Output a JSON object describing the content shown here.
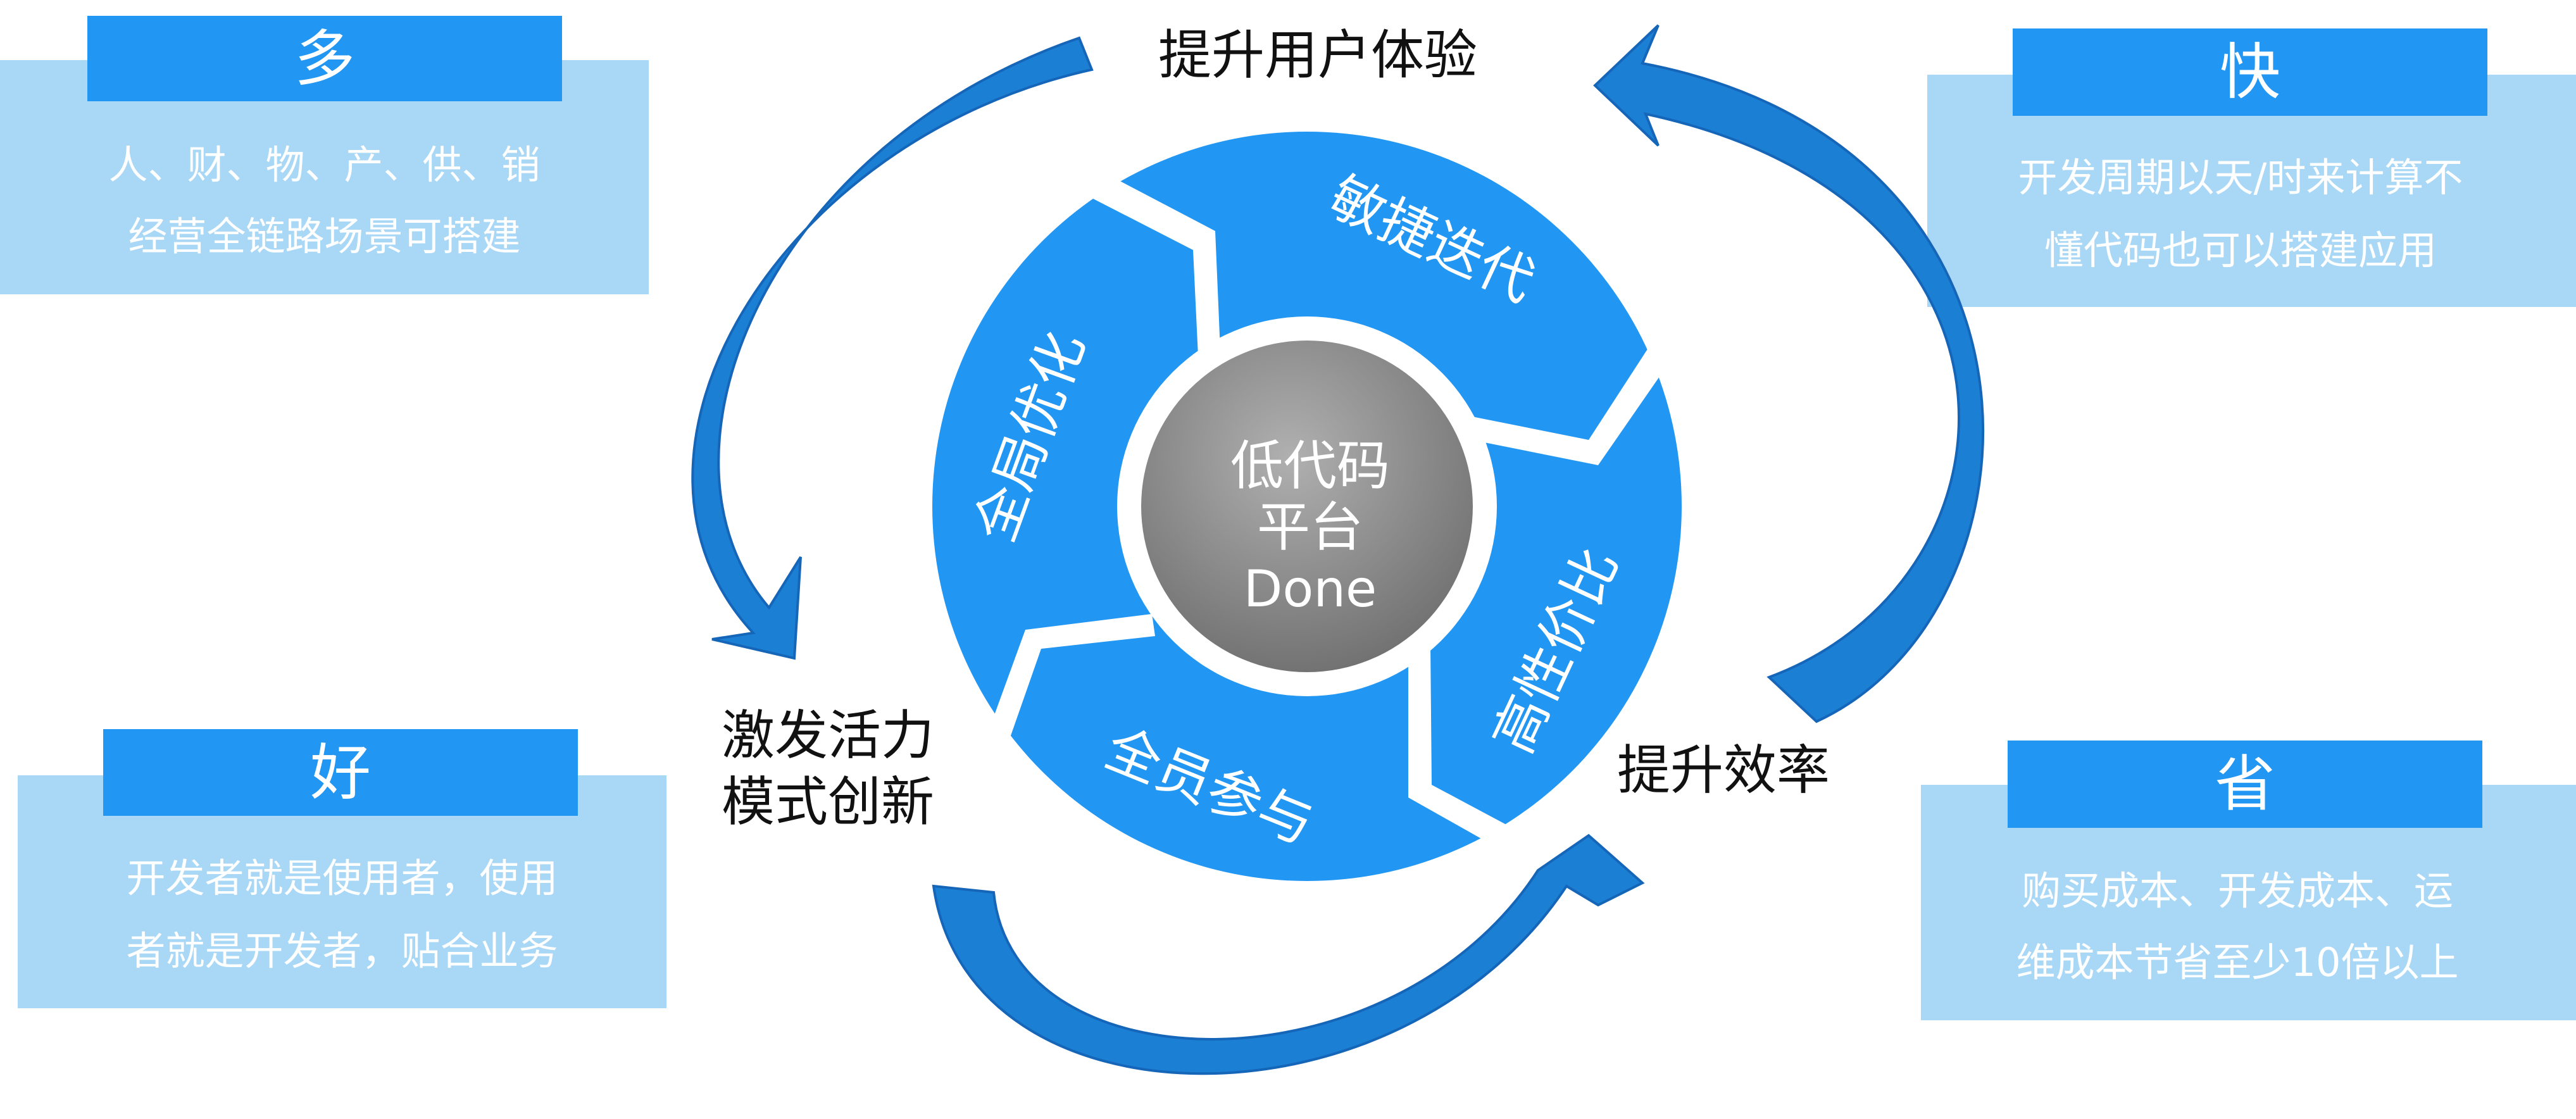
{
  "title": "提升用户体验",
  "labels": {
    "top": "提升用户体验",
    "left_line1": "激发活力",
    "left_line2": "模式创新",
    "right": "提升效率"
  },
  "center": {
    "line1": "低代码",
    "line2": "平台",
    "line3": "Done"
  },
  "segments": {
    "top": "敏捷迭代",
    "left": "全局优化",
    "right": "高性价比",
    "bottom": "全员参与"
  },
  "cards": {
    "top_left": {
      "header": "多",
      "line1": "人、财、物、产、供、销",
      "line2": "经营全链路场景可搭建"
    },
    "top_right": {
      "header": "快",
      "line1": "开发周期以天/时来计算不",
      "line2": "懂代码也可以搭建应用"
    },
    "bottom_left": {
      "header": "好",
      "line1": "开发者就是使用者，使用",
      "line2": "者就是开发者，贴合业务"
    },
    "bottom_right": {
      "header": "省",
      "line1": "购买成本、开发成本、运",
      "line2": "维成本节省至少10倍以上"
    }
  },
  "colors": {
    "primary": "#2196f3",
    "arrow": "#1b7fd4",
    "arrow_dark": "#1565b8",
    "card_bg": "#a9d7f6",
    "center_gray": "#8a8a8a"
  }
}
